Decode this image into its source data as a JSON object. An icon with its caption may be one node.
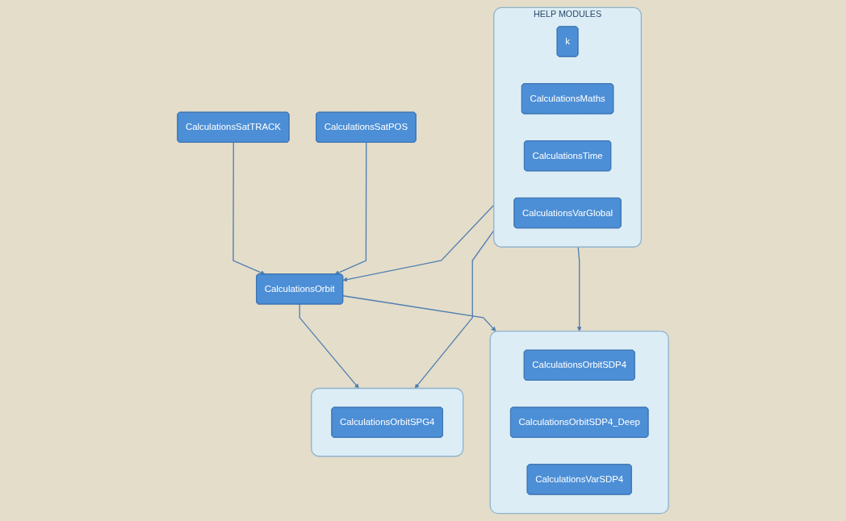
{
  "diagram": {
    "nodes": [
      {
        "text": [
          "HELP MODULES"
        ]
      },
      {
        "text": [
          "k"
        ],
        "in": 0
      },
      {
        "text": [
          "CalculationsMaths"
        ],
        "in": 0
      },
      {
        "text": [
          "CalculationsTime"
        ],
        "in": 0
      },
      {
        "text": [
          "CalculationsVarGlobal"
        ],
        "in": 0
      },
      {
        "text": [
          "CalculationsSatTRACK"
        ]
      },
      {
        "text": [
          "CalculationsSatPOS"
        ]
      },
      {
        "text": [
          "CalculationsOrbit"
        ]
      },
      {
        "text": [],
        "shape": "box"
      },
      {
        "text": [
          "CalculationsOrbitSPG4"
        ],
        "in": 8
      },
      {
        "text": [],
        "shape": "box"
      },
      {
        "text": [
          "CalculationsOrbitSDP4"
        ],
        "in": 10
      },
      {
        "text": [
          "CalculationsOrbitSDP4_Deep"
        ],
        "in": 10
      },
      {
        "text": [
          "CalculationsVarSDP4"
        ],
        "in": 10
      }
    ],
    "edges": [
      {
        "from": 5,
        "to": 7,
        "arrow": "to"
      },
      {
        "from": 6,
        "to": 7,
        "arrow": "to"
      },
      {
        "from": 0,
        "to": 7,
        "arrow": "to"
      },
      {
        "from": 7,
        "to": 8,
        "arrow": "to"
      },
      {
        "from": 7,
        "to": 10,
        "arrow": "to"
      },
      {
        "from": 0,
        "to": 8,
        "arrow": "to"
      },
      {
        "from": 0,
        "to": 10,
        "arrow": "to"
      }
    ]
  }
}
